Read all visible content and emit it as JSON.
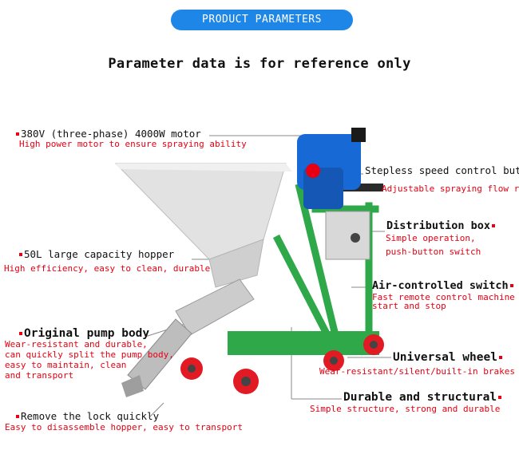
{
  "header": {
    "badge": "PRODUCT PARAMETERS",
    "subtitle": "Parameter data is for reference only"
  },
  "colors": {
    "accent_blue": "#1e86e6",
    "red_text": "#e60012",
    "frame_green": "#2fa84a",
    "motor_blue": "#1769d6",
    "hopper_gray": "#d9d9d9"
  },
  "labels": {
    "motor": {
      "title": "380V (three-phase) 4000W motor",
      "desc": "High power motor to ensure spraying ability"
    },
    "speed": {
      "title": "Stepless speed control button",
      "desc": "Adjustable spraying flow rate"
    },
    "distribution": {
      "title": "Distribution box",
      "desc1": "Simple operation,",
      "desc2": "push-button switch"
    },
    "hopper": {
      "title": "50L large capacity hopper",
      "desc": "High efficiency, easy to clean, durable"
    },
    "air_switch": {
      "title": "Air-controlled switch",
      "desc1": "Fast remote control machine",
      "desc2": "start and stop"
    },
    "pump": {
      "title": "Original pump body",
      "desc1": "Wear-resistant and durable,",
      "desc2": "can quickly split the pump body,",
      "desc3": "easy to maintain, clean",
      "desc4": "and transport"
    },
    "wheel": {
      "title": "Universal wheel",
      "desc": "Wear-resistant/silent/built-in brakes"
    },
    "structure": {
      "title": "Durable and structural",
      "desc": "Simple structure, strong and durable"
    },
    "lock": {
      "title": "Remove the lock quickly",
      "desc": "Easy to disassemble hopper, easy to transport"
    }
  }
}
